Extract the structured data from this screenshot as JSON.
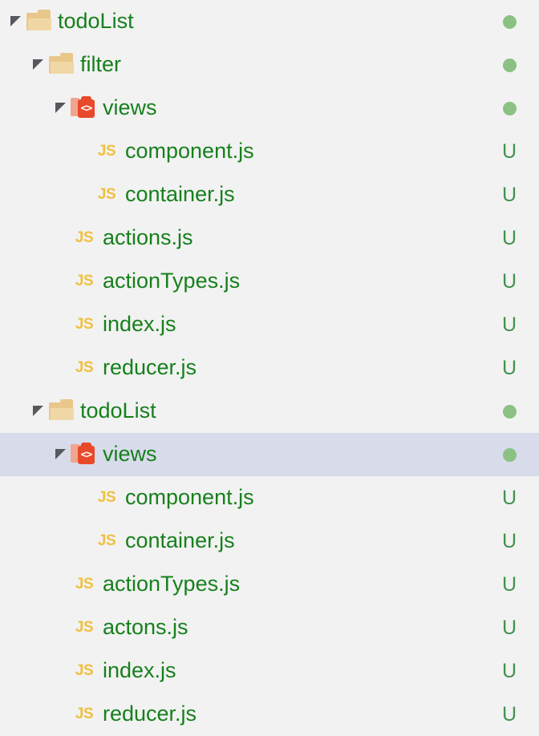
{
  "theme": {
    "background": "#f2f2f2",
    "selection_background": "#d8dbea",
    "label_color": "#16801c",
    "folder_icon_color": "#e9c78b",
    "views_icon_color": "#e8492a",
    "js_badge_color": "#f0c040",
    "status_dot_color": "#8bc183",
    "status_u_color": "#41924e",
    "twisty_color": "#55585c"
  },
  "labels": {
    "js_badge": "JS",
    "untracked_status": "U",
    "code_chevron": "<>"
  },
  "tree": {
    "rows": [
      {
        "label": "todoList",
        "depth": 0,
        "type": "folder",
        "icon": "folder-open-icon",
        "status": "dot",
        "expanded": true,
        "selected": false
      },
      {
        "label": "filter",
        "depth": 1,
        "type": "folder",
        "icon": "folder-open-icon",
        "status": "dot",
        "expanded": true,
        "selected": false
      },
      {
        "label": "views",
        "depth": 2,
        "type": "folder",
        "icon": "views-code-folder-icon",
        "status": "dot",
        "expanded": true,
        "selected": false
      },
      {
        "label": "component.js",
        "depth": 3,
        "type": "file",
        "icon": "js-file-icon",
        "status": "U",
        "expanded": false,
        "selected": false
      },
      {
        "label": "container.js",
        "depth": 3,
        "type": "file",
        "icon": "js-file-icon",
        "status": "U",
        "expanded": false,
        "selected": false
      },
      {
        "label": "actions.js",
        "depth": 2,
        "type": "file",
        "icon": "js-file-icon",
        "status": "U",
        "expanded": false,
        "selected": false
      },
      {
        "label": "actionTypes.js",
        "depth": 2,
        "type": "file",
        "icon": "js-file-icon",
        "status": "U",
        "expanded": false,
        "selected": false
      },
      {
        "label": "index.js",
        "depth": 2,
        "type": "file",
        "icon": "js-file-icon",
        "status": "U",
        "expanded": false,
        "selected": false
      },
      {
        "label": "reducer.js",
        "depth": 2,
        "type": "file",
        "icon": "js-file-icon",
        "status": "U",
        "expanded": false,
        "selected": false
      },
      {
        "label": "todoList",
        "depth": 1,
        "type": "folder",
        "icon": "folder-open-icon",
        "status": "dot",
        "expanded": true,
        "selected": false
      },
      {
        "label": "views",
        "depth": 2,
        "type": "folder",
        "icon": "views-code-folder-icon",
        "status": "dot",
        "expanded": true,
        "selected": true
      },
      {
        "label": "component.js",
        "depth": 3,
        "type": "file",
        "icon": "js-file-icon",
        "status": "U",
        "expanded": false,
        "selected": false
      },
      {
        "label": "container.js",
        "depth": 3,
        "type": "file",
        "icon": "js-file-icon",
        "status": "U",
        "expanded": false,
        "selected": false
      },
      {
        "label": "actionTypes.js",
        "depth": 2,
        "type": "file",
        "icon": "js-file-icon",
        "status": "U",
        "expanded": false,
        "selected": false
      },
      {
        "label": "actons.js",
        "depth": 2,
        "type": "file",
        "icon": "js-file-icon",
        "status": "U",
        "expanded": false,
        "selected": false
      },
      {
        "label": "index.js",
        "depth": 2,
        "type": "file",
        "icon": "js-file-icon",
        "status": "U",
        "expanded": false,
        "selected": false
      },
      {
        "label": "reducer.js",
        "depth": 2,
        "type": "file",
        "icon": "js-file-icon",
        "status": "U",
        "expanded": false,
        "selected": false
      }
    ]
  }
}
